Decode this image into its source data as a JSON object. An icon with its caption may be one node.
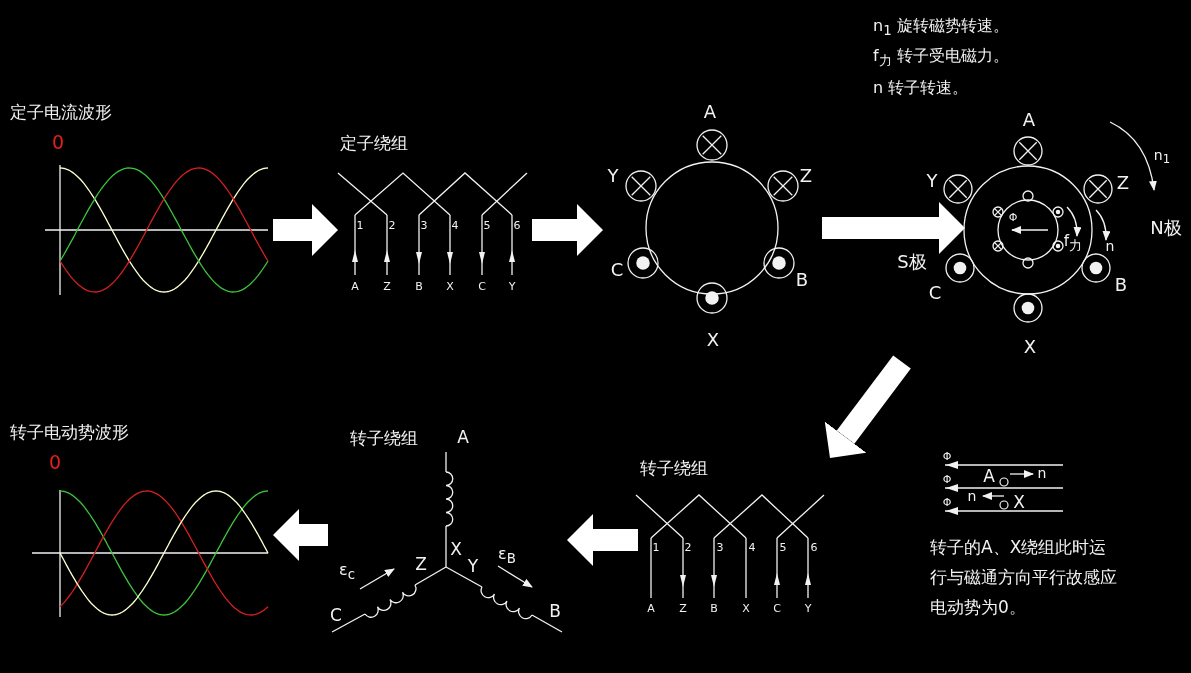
{
  "diagram": {
    "nodes": [
      {
        "text": [
          "定子电流波形"
        ]
      },
      {
        "text": [
          "定子绕组"
        ]
      },
      {
        "text": [],
        "shape": "circle"
      },
      {
        "text": [],
        "shape": "circle"
      },
      {
        "text": [
          "转子的A、X绕组此时运行与磁通方向平行故感应电动势为0。"
        ]
      },
      {
        "text": [
          "转子绕组"
        ]
      },
      {
        "text": [
          "转子绕组"
        ]
      },
      {
        "text": [
          "转子电动势波形"
        ]
      }
    ],
    "edges": [
      {
        "from": 0,
        "to": 1,
        "arrow": "to"
      },
      {
        "from": 1,
        "to": 2,
        "arrow": "to"
      },
      {
        "from": 2,
        "to": 3,
        "arrow": "to"
      },
      {
        "from": 3,
        "to": 5,
        "arrow": "to"
      },
      {
        "from": 5,
        "to": 6,
        "arrow": "to"
      },
      {
        "from": 6,
        "to": 7,
        "arrow": "to"
      }
    ],
    "labels": [
      "n$_{1}$ 旋转磁势转速。",
      "f$_{力}$ 转子受电磁力。",
      "n 转子转速。",
      "0",
      "1",
      "2",
      "3",
      "4",
      "5",
      "6",
      "A",
      "Z",
      "B",
      "X",
      "C",
      "Y",
      "A",
      "Y",
      "Z",
      "C",
      "B",
      "X",
      "A",
      "n$_{1}$",
      "Y",
      "Z",
      "S极",
      "Φ",
      "f$_{力}$",
      "n",
      "N极",
      "C",
      "B",
      "X",
      "Φ",
      "A",
      "n",
      "Φ",
      "n",
      "X",
      "Φ",
      "0",
      "A",
      "X",
      "ε$_{c}$",
      "Z",
      "Y",
      "ε$_{B}$",
      "C",
      "B",
      "1",
      "2",
      "3",
      "4",
      "5",
      "6",
      "A",
      "Z",
      "B",
      "X",
      "C",
      "Y"
    ]
  }
}
